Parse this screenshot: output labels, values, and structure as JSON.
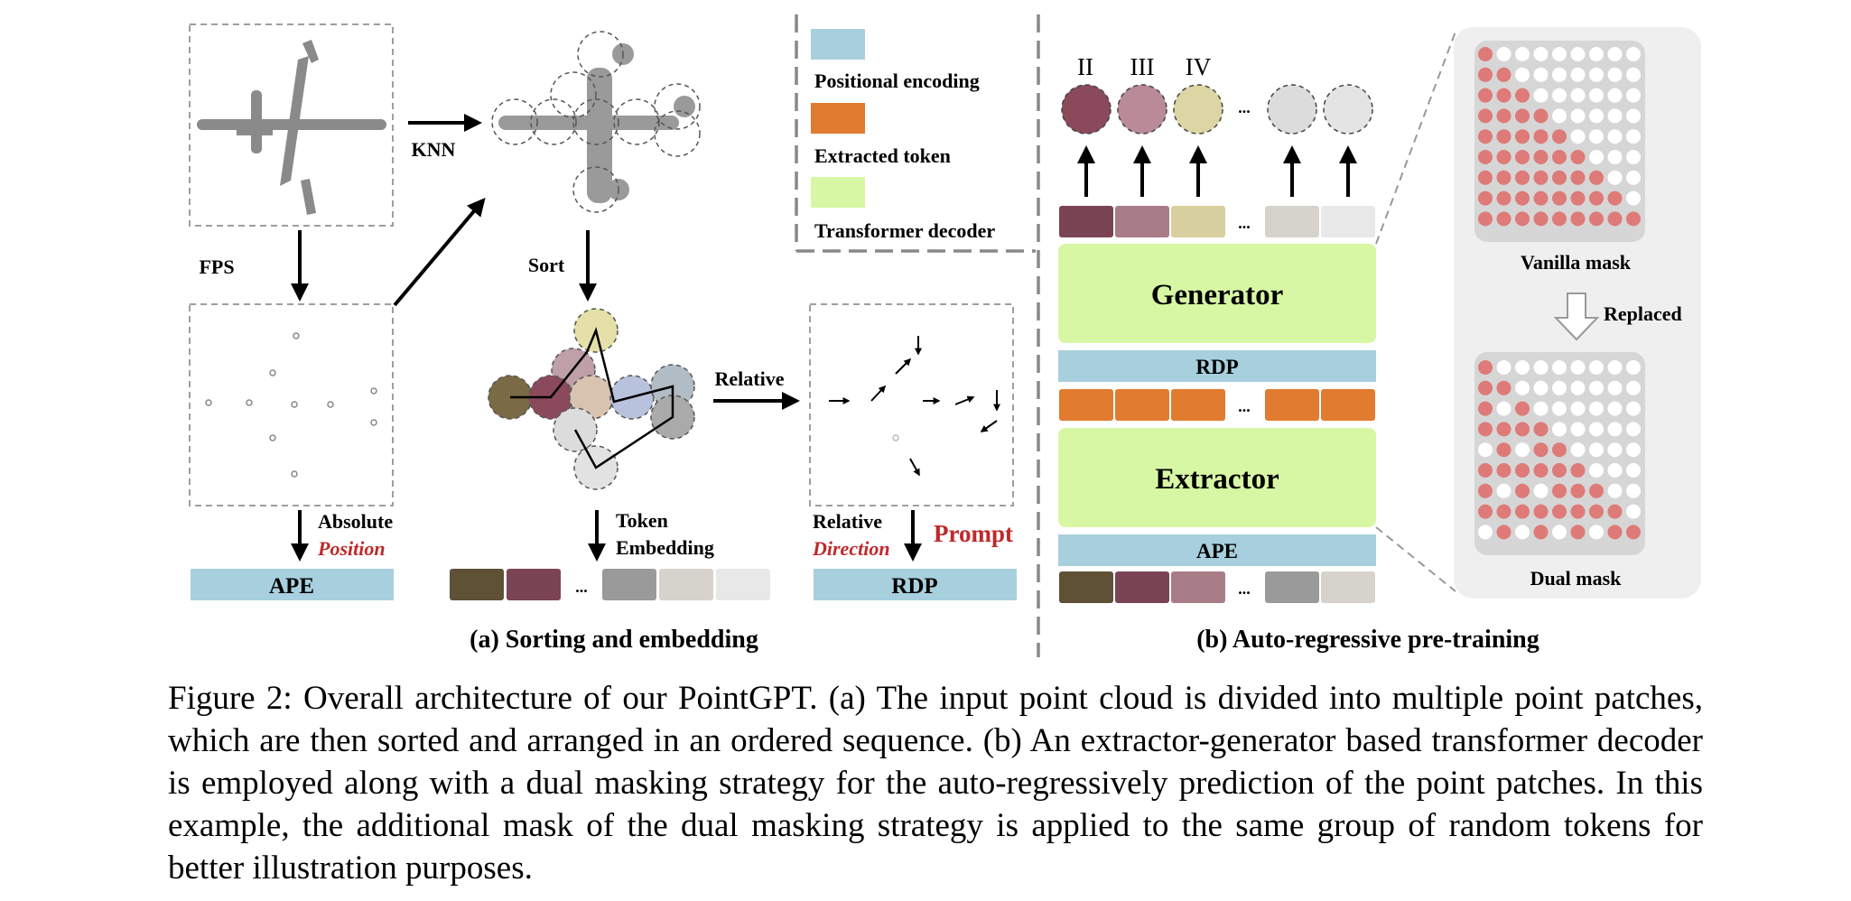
{
  "part_a": {
    "knn": "KNN",
    "fps": "FPS",
    "sort": "Sort",
    "relative": "Relative",
    "absolute": "Absolute",
    "position": "Position",
    "token": "Token",
    "embedding": "Embedding",
    "relative_small": "Relative",
    "direction": "Direction",
    "prompt": "Prompt",
    "ape": "APE",
    "rdp": "RDP",
    "ellipsis": "...",
    "caption": "(a) Sorting and embedding"
  },
  "legend": {
    "pos_enc": "Positional encoding",
    "extracted": "Extracted token",
    "decoder": "Transformer decoder"
  },
  "part_b": {
    "roman2": "II",
    "roman3": "III",
    "roman4": "IV",
    "ellipsis": "...",
    "generator": "Generator",
    "rdp": "RDP",
    "extractor": "Extractor",
    "ape": "APE",
    "vanilla_mask": "Vanilla mask",
    "replaced": "Replaced",
    "dual_mask": "Dual mask",
    "caption": "(b) Auto-regressive pre-training"
  },
  "colors": {
    "pos_enc": "#a8cfdd",
    "extracted": "#e07b2f",
    "decoder": "#d8f7a4",
    "mask_red": "#de7a78",
    "prompt_red": "#c0282a"
  },
  "figure_caption": "Figure 2:  Overall architecture of our PointGPT. (a) The input point cloud is divided into multiple point patches, which are then sorted and arranged in an ordered sequence. (b) An extractor-generator based transformer decoder is employed along with a dual masking strategy for the auto-regressively prediction of the point patches. In this example, the additional mask of the dual masking strategy is applied to the same group of random tokens for better illustration purposes."
}
